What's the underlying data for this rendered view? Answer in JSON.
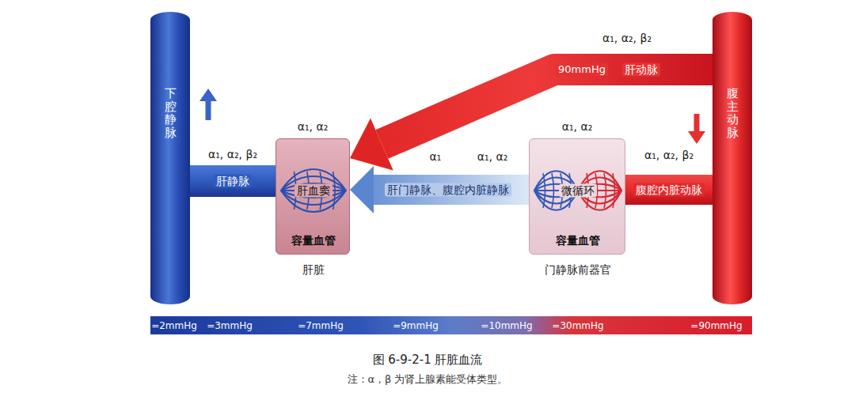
{
  "diagram": {
    "caption": "图 6-9-2-1 肝脏血流",
    "nodes": [
      {
        "text": [
          "下腔静脉"
        ]
      },
      {
        "text": [
          "腹主动脉"
        ]
      },
      {
        "text": [
          "肝血窦",
          "容量血管",
          "肝脏"
        ]
      },
      {
        "text": [
          "微循环",
          "容量血管",
          "门静脉前器官"
        ]
      },
      {
        "text": [
          "=2mmHg",
          "=3mmHg",
          "=7mmHg",
          "=9mmHg",
          "=10mmHg",
          "=30mmHg",
          "=90mmHg"
        ]
      }
    ],
    "edges": [
      {
        "from": 1,
        "to": 2,
        "arrow": "to",
        "label": "肝动脉"
      },
      {
        "from": 3,
        "to": 2,
        "arrow": "to",
        "label": "肝门静脉、腹腔内脏静脉"
      },
      {
        "from": 1,
        "to": 3,
        "arrow": "none",
        "label": "腹腔内脏动脉"
      },
      {
        "from": 2,
        "to": 0,
        "arrow": "none",
        "label": "肝静脉"
      }
    ],
    "labels": [
      "α₁, α₂, β₂",
      "90mmHg",
      "α₁, α₂",
      "α₁, α₂",
      "α₁, α₂, β₂",
      "α₁",
      "α₁, α₂",
      "α₁, α₂, β₂",
      "注：α，β 为肾上腺素能受体类型。"
    ]
  }
}
